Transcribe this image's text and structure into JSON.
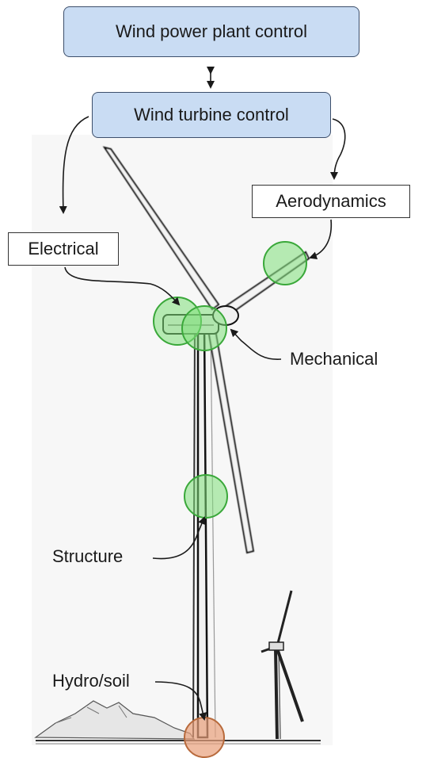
{
  "labels": {
    "plant_control": "Wind power plant control",
    "turbine_control": "Wind turbine control",
    "aerodynamics": "Aerodynamics",
    "electrical": "Electrical",
    "mechanical": "Mechanical",
    "structure": "Structure",
    "hydro_soil": "Hydro/soil"
  },
  "colors": {
    "control_fill": "#c9dcf3",
    "control_border": "#3d4f6b",
    "focus_fill": "#7fe07a",
    "focus_stroke": "#3aa83a",
    "soil_fill": "#e8a07a",
    "soil_stroke": "#b86a3c",
    "arrow": "#1a1a1a"
  }
}
